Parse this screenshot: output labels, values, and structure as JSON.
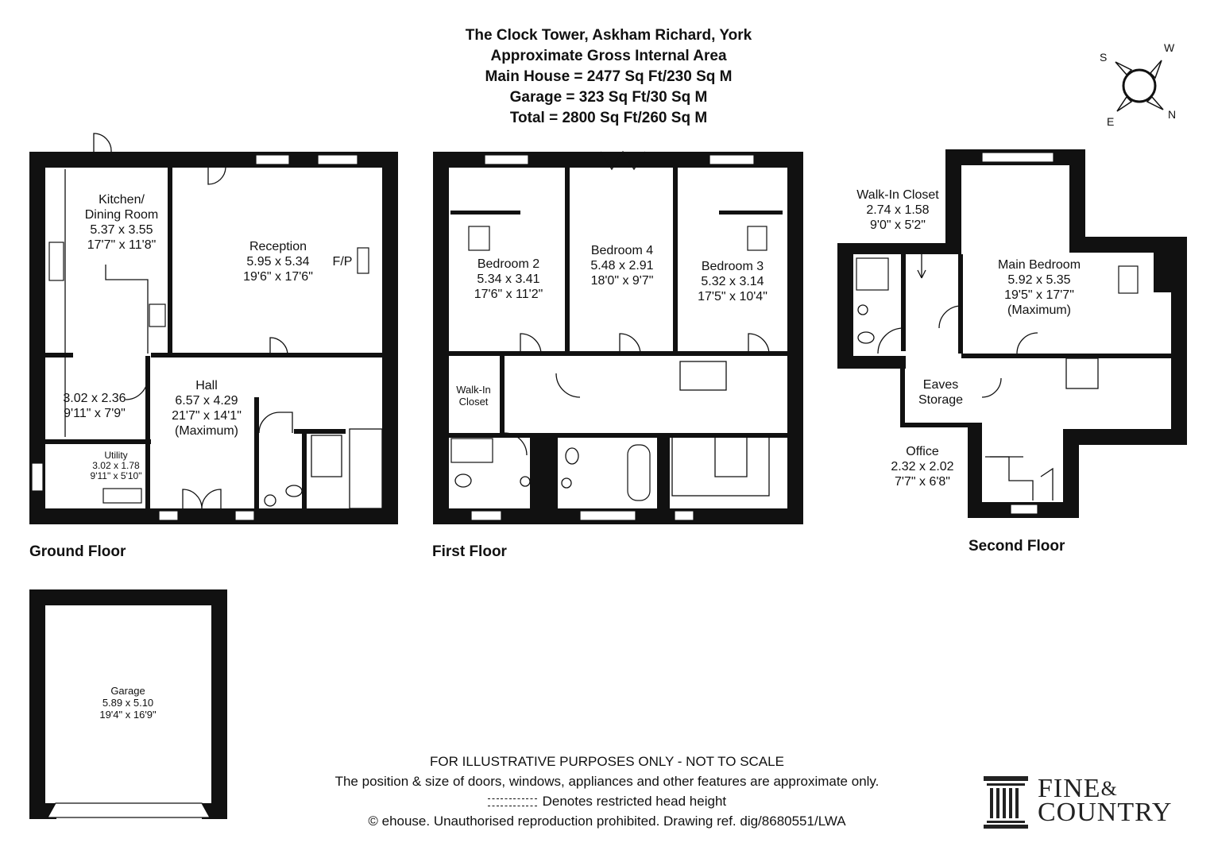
{
  "header": {
    "title": "The Clock Tower, Askham Richard, York",
    "subtitle": "Approximate Gross Internal Area",
    "area_main": "Main House = 2477 Sq Ft/230 Sq M",
    "area_garage": "Garage = 323 Sq Ft/30 Sq M",
    "area_total": "Total = 2800 Sq Ft/260 Sq M"
  },
  "compass": {
    "s": "S",
    "w": "W",
    "n": "N",
    "e": "E"
  },
  "floors": {
    "ground": {
      "label": "Ground Floor",
      "kitchen": {
        "name": "Kitchen/",
        "name2": "Dining Room",
        "metric": "5.37 x 3.55",
        "imperial": "17'7\" x 11'8\""
      },
      "reception": {
        "name": "Reception",
        "metric": "5.95 x 5.34",
        "imperial": "19'6\" x 17'6\""
      },
      "fp": "F/P",
      "dining_area": {
        "metric": "3.02 x 2.36",
        "imperial": "9'11\" x 7'9\""
      },
      "hall": {
        "name": "Hall",
        "metric": "6.57 x 4.29",
        "imperial": "21'7\" x 14'1\"",
        "note": "(Maximum)"
      },
      "utility": {
        "name": "Utility",
        "metric": "3.02 x 1.78",
        "imperial": "9'11\" x 5'10\""
      }
    },
    "first": {
      "label": "First Floor",
      "bedroom2": {
        "name": "Bedroom 2",
        "metric": "5.34 x 3.41",
        "imperial": "17'6\" x 11'2\""
      },
      "bedroom4": {
        "name": "Bedroom 4",
        "metric": "5.48 x 2.91",
        "imperial": "18'0\" x 9'7\""
      },
      "bedroom3": {
        "name": "Bedroom 3",
        "metric": "5.32 x 3.14",
        "imperial": "17'5\" x 10'4\""
      },
      "walkin": {
        "name": "Walk-In",
        "name2": "Closet"
      }
    },
    "second": {
      "label": "Second Floor",
      "closet": {
        "name": "Walk-In Closet",
        "metric": "2.74 x 1.58",
        "imperial": "9'0\" x 5'2\""
      },
      "main_bedroom": {
        "name": "Main Bedroom",
        "metric": "5.92 x 5.35",
        "imperial": "19'5\" x 17'7\"",
        "note": "(Maximum)"
      },
      "eaves": {
        "name": "Eaves",
        "name2": "Storage"
      },
      "office": {
        "name": "Office",
        "metric": "2.32 x 2.02",
        "imperial": "7'7\" x 6'8\""
      }
    },
    "garage": {
      "name": "Garage",
      "metric": "5.89 x 5.10",
      "imperial": "19'4\" x 16'9\""
    }
  },
  "footer": {
    "disclaimer": "FOR ILLUSTRATIVE PURPOSES ONLY - NOT TO SCALE",
    "note": "The position & size of doors, windows, appliances and other features are approximate only.",
    "legend": "Denotes restricted head height",
    "copyright": "© ehouse. Unauthorised reproduction prohibited. Drawing ref. dig/8680551/LWA"
  },
  "brand": {
    "line1": "FINE",
    "amp": "&",
    "line2": "COUNTRY"
  }
}
